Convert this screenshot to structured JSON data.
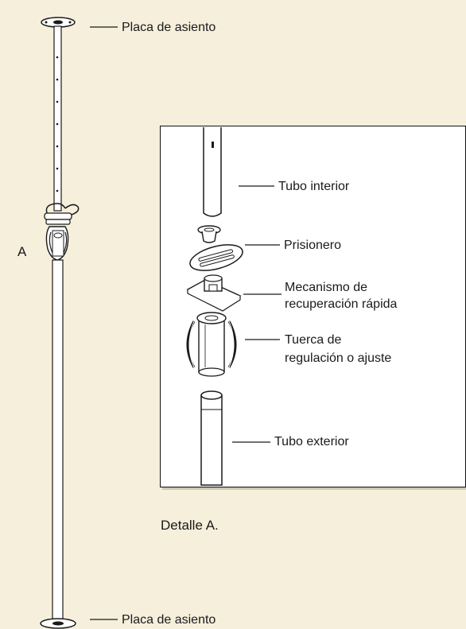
{
  "labels": {
    "top_plate": "Placa de asiento",
    "bottom_plate": "Placa de asiento",
    "marker": "A",
    "inner_tube": "Tubo interior",
    "pin": "Prisionero",
    "quick_release_1": "Mecanismo de",
    "quick_release_2": "recuperación rápida",
    "nut_1": "Tuerca de",
    "nut_2": "regulación o ajuste",
    "outer_tube": "Tubo exterior",
    "detail_caption": "Detalle A."
  },
  "colors": {
    "background": "#f6efdc",
    "line": "#1a1a1a",
    "detail_background": "#ffffff"
  }
}
